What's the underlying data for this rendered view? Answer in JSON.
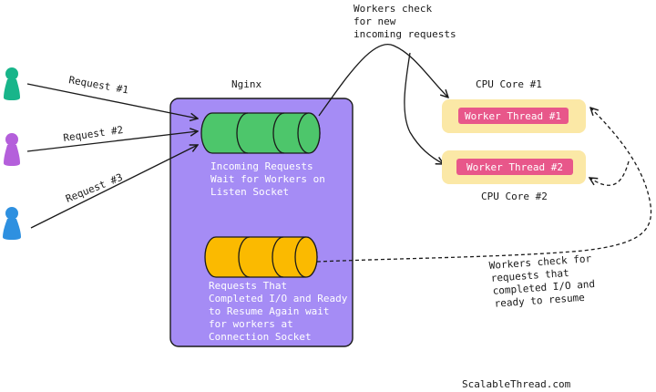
{
  "diagram": {
    "title": "Nginx",
    "colors": {
      "nginx_box": "#a58cf5",
      "listen_queue": "#4dc66b",
      "connection_queue": "#fbba00",
      "cpu_core": "#fbe8a6",
      "worker_thread": "#e8578a",
      "user_1": "#18b58a",
      "user_2": "#b45fdb",
      "user_3": "#2e90e0",
      "line": "#1a1a1a"
    },
    "clients": [
      {
        "label": "Request #1"
      },
      {
        "label": "Request #2"
      },
      {
        "label": "Request #3"
      }
    ],
    "listen_queue": {
      "lines": [
        "Incoming Requests",
        "Wait for Workers on",
        "Listen Socket"
      ]
    },
    "connection_queue": {
      "lines": [
        "Requests That",
        "Completed I/O and Ready",
        "to Resume Again wait",
        "for workers at",
        "Connection Socket"
      ]
    },
    "cpu_cores": [
      {
        "label": "CPU Core #1",
        "worker": "Worker Thread #1"
      },
      {
        "label": "CPU Core #2",
        "worker": "Worker Thread #2"
      }
    ],
    "annotations": {
      "new_requests": [
        "Workers check",
        "for new",
        "incoming requests"
      ],
      "resume_requests": [
        "Workers check for",
        "requests that",
        "completed I/O and",
        "ready to resume"
      ]
    },
    "watermark": "ScalableThread.com"
  }
}
